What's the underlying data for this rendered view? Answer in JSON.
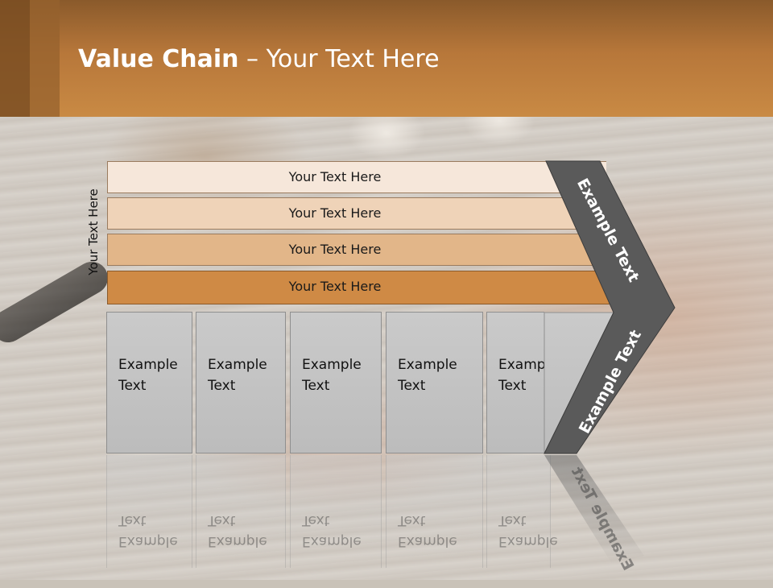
{
  "header": {
    "title_bold": "Value Chain",
    "title_rest": " – Your Text Here"
  },
  "side_label": "Your Text Here",
  "bars": [
    {
      "label": "Your Text Here",
      "color": "#f6e7da"
    },
    {
      "label": "Your Text Here",
      "color": "#efd3b8"
    },
    {
      "label": "Your Text Here",
      "color": "#e2b689"
    },
    {
      "label": "Your Text Here",
      "color": "#cf8a45"
    }
  ],
  "boxes": [
    {
      "line1": "Example",
      "line2": "Text"
    },
    {
      "line1": "Example",
      "line2": "Text"
    },
    {
      "line1": "Example",
      "line2": "Text"
    },
    {
      "line1": "Example",
      "line2": "Text"
    },
    {
      "line1": "Example",
      "line2": "Text"
    }
  ],
  "chevron": {
    "upper_label": "Example Text",
    "lower_label": "Example Text",
    "color": "#5a5a5a"
  },
  "colors": {
    "header": "#c98a44",
    "box": "#c4c4c4"
  }
}
